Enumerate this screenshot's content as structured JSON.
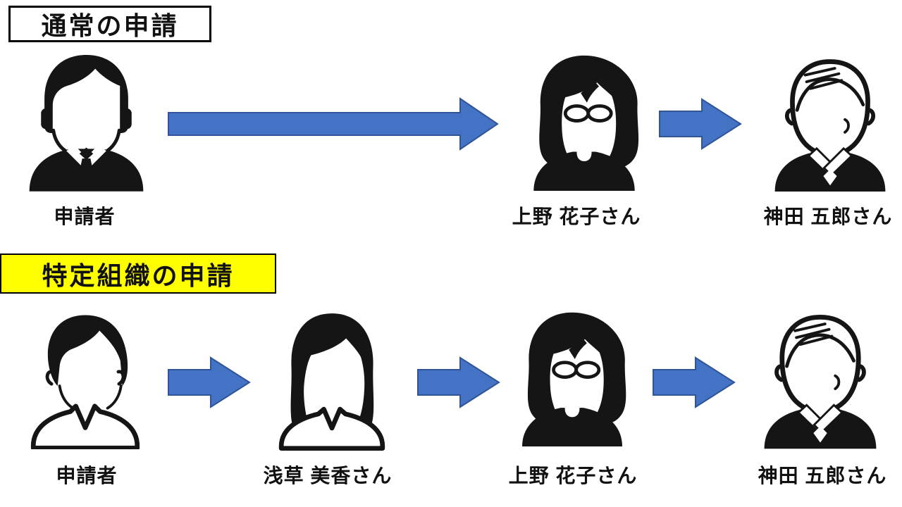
{
  "sections": [
    {
      "title": "通常の申請",
      "steps": [
        {
          "label": "申請者",
          "icon": "businessman-suit"
        },
        {
          "label": "上野 花子さん",
          "icon": "woman-glasses-bob"
        },
        {
          "label": "神田 五郎さん",
          "icon": "elder-man-sweater"
        }
      ]
    },
    {
      "title": "特定組織の申請",
      "steps": [
        {
          "label": "申請者",
          "icon": "young-man-casual"
        },
        {
          "label": "浅草 美香さん",
          "icon": "woman-long-hair"
        },
        {
          "label": "上野 花子さん",
          "icon": "woman-glasses-bob"
        },
        {
          "label": "神田 五郎さん",
          "icon": "elder-man-sweater"
        }
      ]
    }
  ],
  "colors": {
    "arrow_fill": "#4472C4",
    "arrow_stroke": "#2F5597",
    "highlight_yellow": "#FFFF00",
    "icon_black": "#151515"
  }
}
